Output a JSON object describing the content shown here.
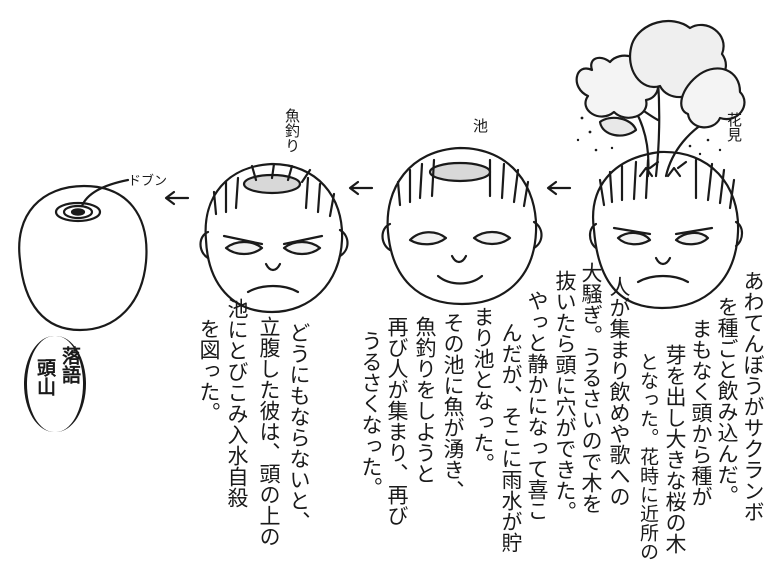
{
  "labels": {
    "hanami": "花見",
    "ike": "池",
    "uotsuri": "魚釣り",
    "dobun": "ドブン"
  },
  "story": {
    "columns": [
      "あわてんぼうがサクランボ",
      "を種ごと飲み込んだ。",
      "まもなく頭から種が",
      "芽を出し大きな桜の木",
      "となった。花時に近所の",
      "人が集まり飲めや歌への",
      "大騒ぎ。うるさいので木を",
      "抜いたら頭に穴ができた。",
      "やっと静かになって喜こ",
      "んだが、そこに雨水が貯",
      "まり池となった。",
      "その池に魚が湧き、",
      "魚釣りをしようと",
      "再び人が集まり、再び",
      "うるさくなった。",
      "どうにもならないと、",
      "立腹した彼は、頭の上の",
      "池にとびこみ入水自殺",
      "を図った。"
    ]
  },
  "rakugo": {
    "line1": "落語",
    "line2": "頭山"
  },
  "icons": [
    "arrow-left-icon",
    "cherry-tree-icon",
    "fishing-rod-icon",
    "ripple-icon"
  ]
}
